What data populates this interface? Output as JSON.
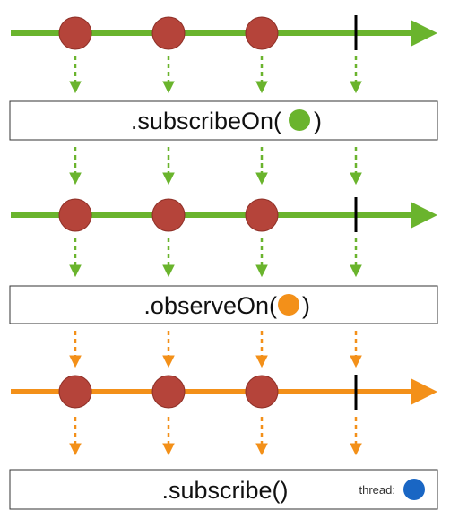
{
  "colors": {
    "green": "#6ab42d",
    "orange": "#f39019",
    "marble": "#b5443a",
    "marble_stroke": "#8e2f26",
    "completion": "#000000",
    "box_border": "#333333",
    "thread_blue": "#1966c4"
  },
  "operators": {
    "subscribe_on": {
      "prefix": ".subscribeOn(",
      "suffix": ")",
      "thread_color": "green"
    },
    "observe_on": {
      "prefix": ".observeOn(",
      "suffix": ")",
      "thread_color": "orange"
    },
    "subscribe": {
      "label": ".subscribe()"
    }
  },
  "legend": {
    "label": "thread:",
    "color": "thread_blue"
  },
  "timelines": [
    {
      "color": "green",
      "marbles": 3,
      "completes": true
    },
    {
      "color": "green",
      "marbles": 3,
      "completes": true
    },
    {
      "color": "orange",
      "marbles": 3,
      "completes": true
    }
  ]
}
